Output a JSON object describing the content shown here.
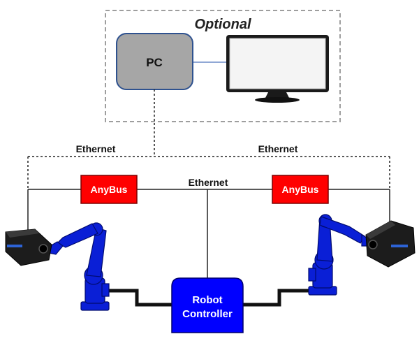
{
  "optional_group": {
    "title": "Optional"
  },
  "pc": {
    "label": "PC"
  },
  "monitor": {
    "icon": "monitor-icon"
  },
  "network": {
    "ethernet_left": "Ethernet",
    "ethernet_right": "Ethernet",
    "ethernet_center": "Ethernet"
  },
  "anybus_left": {
    "label": "AnyBus"
  },
  "anybus_right": {
    "label": "AnyBus"
  },
  "robot_controller": {
    "line1": "Robot",
    "line2": "Controller"
  },
  "robots": {
    "left_icon": "robot-arm-icon",
    "right_icon": "robot-arm-icon"
  },
  "sensors": {
    "left_icon": "camera-sensor-icon",
    "right_icon": "camera-sensor-icon"
  },
  "colors": {
    "pc_fill": "#a6a6a6",
    "pc_border": "#2f528f",
    "anybus_fill": "#ff0000",
    "controller_fill": "#0000ff",
    "robot_fill": "#0a1fd6",
    "dashed_border": "#9e9e9e"
  }
}
